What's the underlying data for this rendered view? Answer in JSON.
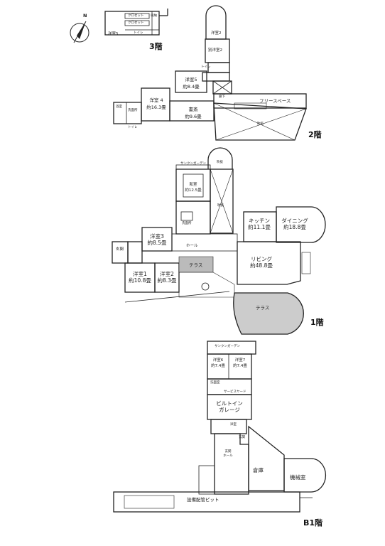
{
  "compass": "N",
  "floors": {
    "f3": {
      "label": "3階",
      "rooms": {
        "youshitsu5": "洋室5",
        "closet1": "クロゼット",
        "closet2": "クロゼット",
        "shuno": "収納",
        "toilet": "トイレ"
      }
    },
    "f2": {
      "label": "2階",
      "rooms": {
        "youshitsu5": "洋室5",
        "youshitsu5_size": "約8.4畳",
        "youshitsu4": "洋室 4",
        "youshitsu4_size": "約16.3畳",
        "shoshitsu": "書斎",
        "shoshitsu_size": "約9.6畳",
        "free_space": "フリースペース",
        "fukinuke": "吹抜",
        "roka": "廊下",
        "toilet": "トイレ",
        "yokushitsu": "浴室",
        "senmen": "洗面所",
        "washitsu2": "洋室2",
        "betsu_youshitsu2": "別洋室2"
      }
    },
    "f1": {
      "label": "1階",
      "rooms": {
        "sunken_garden": "サンクンガーデン",
        "fukinuke": "吹抜",
        "washitsu": "和室",
        "washitsu_size": "約12.5畳",
        "kitchen": "キッチン",
        "kitchen_size": "約11.1畳",
        "dining": "ダイニング",
        "dining_size": "約18.8畳",
        "youshitsu3": "洋室3",
        "youshitsu3_size": "約8.5畳",
        "hall": "ホール",
        "living": "リビング",
        "living_size": "約48.8畳",
        "terrace1": "テラス",
        "terrace2": "テラス",
        "youshitsu1": "洋室1",
        "youshitsu1_size": "約10.8畳",
        "youshitsu2": "洋室2",
        "youshitsu2_size": "約8.3畳",
        "senmen": "洗面所",
        "genkan": "玄関"
      }
    },
    "b1": {
      "label": "B1階",
      "rooms": {
        "sunken_garden": "サンクンガーデン",
        "youshitsu6": "洋室6",
        "youshitsu6_size": "約7.4畳",
        "youshitsu7": "洋室7",
        "youshitsu7_size": "約7.4畳",
        "senmen": "洗面室",
        "service_yard": "サービスヤード",
        "garage1": "ビルトイン",
        "garage2": "ガレージ",
        "youshitsu": "洋室",
        "genkan": "玄関",
        "genkan_hall1": "玄関",
        "genkan_hall2": "ホール",
        "souko": "倉庫",
        "kikaishitsu": "機械室",
        "pit": "設備配管ピット"
      }
    }
  }
}
